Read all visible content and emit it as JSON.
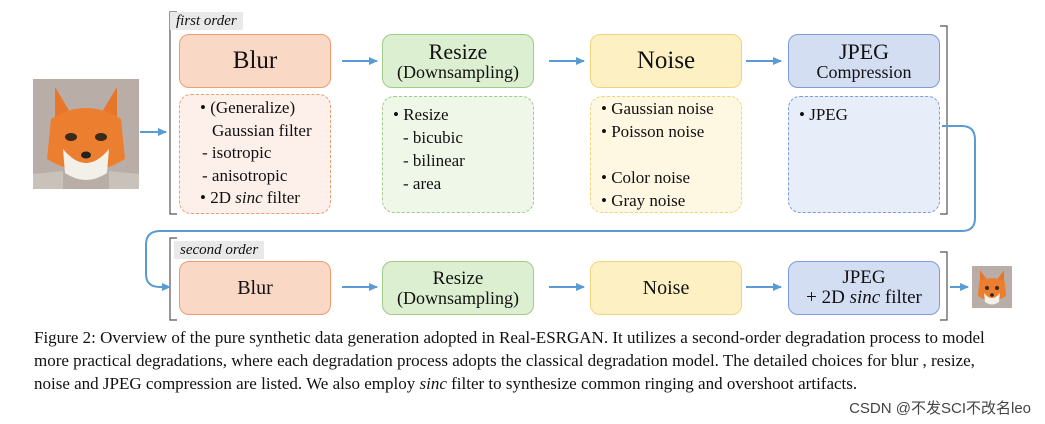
{
  "first_order": {
    "label": "first order",
    "stages": {
      "blur": {
        "title": "Blur",
        "subtitle": ""
      },
      "resize": {
        "title": "Resize",
        "subtitle": "(Downsampling)"
      },
      "noise": {
        "title": "Noise",
        "subtitle": ""
      },
      "jpeg": {
        "title": "JPEG",
        "subtitle": "Compression"
      }
    },
    "options": {
      "blur": [
        "• (Generalize)",
        "Gaussian filter",
        "- isotropic",
        "- anisotropic",
        "• 2D ",
        "sinc",
        " filter"
      ],
      "resize": [
        "• Resize",
        "- bicubic",
        "- bilinear",
        "- area"
      ],
      "noise": [
        "• Gaussian noise",
        "• Poisson noise",
        "• Color noise",
        "• Gray noise"
      ],
      "jpeg": [
        "• JPEG"
      ]
    }
  },
  "second_order": {
    "label": "second order",
    "stages": {
      "blur": {
        "title": "Blur"
      },
      "resize": {
        "title": "Resize",
        "subtitle": "(Downsampling)"
      },
      "noise": {
        "title": "Noise"
      },
      "jpeg": {
        "title": "JPEG",
        "subtitle_prefix": "+ 2D ",
        "subtitle_italic": "sinc",
        "subtitle_suffix": " filter"
      }
    }
  },
  "caption": {
    "prefix": "Figure 2: Overview of the pure synthetic data generation adopted in Real-ESRGAN. It utilizes a second-order degradation process to model more practical degradations, where each degradation process adopts the classical degradation model. The detailed choices for blur , resize, noise and JPEG compression are listed. We also employ ",
    "italic": "sinc",
    "suffix": " filter to synthesize common ringing and overshoot artifacts."
  },
  "watermark": "CSDN @不发SCI不改名leo",
  "colors": {
    "arrow": "#5b9bd5",
    "blur": "#ee9c72",
    "resize": "#9fcc86",
    "noise": "#f0d47d",
    "jpeg": "#7d9bd8"
  }
}
